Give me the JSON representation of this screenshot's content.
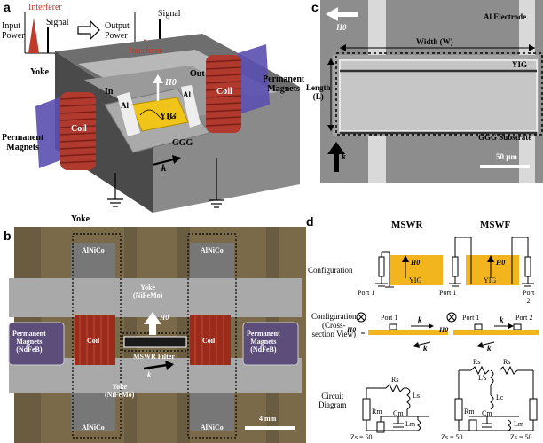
{
  "panel_a": {
    "label": "a",
    "input_power_lines": [
      "Input",
      "Power"
    ],
    "output_power_lines": [
      "Output",
      "Power"
    ],
    "interferer": "Interferer",
    "signal": "Signal",
    "yoke": "Yoke",
    "permanent_magnets_lines": [
      "Permanent",
      "Magnets"
    ],
    "coil": "Coil",
    "port_in": "In",
    "port_out": "Out",
    "al": "Al",
    "yig": "YIG",
    "ggg": "GGG",
    "h0": "H0",
    "k": "k",
    "colors": {
      "interferer": "#c0392b",
      "yig": "#f0c419",
      "coil": "#b03a2e",
      "magnet": "#5b4fb0"
    }
  },
  "panel_b": {
    "label": "b",
    "alnico": "AlNiCo",
    "yoke_lines": [
      "Yoke",
      "(NiFeMo)"
    ],
    "permanent_magnets_lines": [
      "Permanent",
      "Magnets",
      "(NdFeB)"
    ],
    "coil": "Coil",
    "filter": "MSWR Filter",
    "h0": "H0",
    "k": "k",
    "scale": "4 mm"
  },
  "panel_c": {
    "label": "c",
    "al_electrode": "Al Electrode",
    "width": "Width (W)",
    "length_lines": [
      "Length",
      "(L)"
    ],
    "yig": "YIG",
    "ggg_substrate": "GGG Substrate",
    "h0": "H0",
    "k": "k",
    "scale": "50 µm"
  },
  "panel_d": {
    "label": "d",
    "mswr": "MSWR",
    "mswf": "MSWF",
    "row_configuration": "Configuration",
    "row_cross_section_lines": [
      "Configuration",
      "(Cross-",
      "section View)"
    ],
    "row_circuit_lines": [
      "Circuit",
      "Diagram"
    ],
    "port1": "Port 1",
    "port2": "Port",
    "port2_num": "2",
    "port2_cs": "Port 2",
    "yig": "YIG",
    "h0": "H0",
    "k": "k",
    "rs": "Rs",
    "ls": "Ls",
    "ls_prime": "L's",
    "lc": "Lc",
    "rm": "Rm",
    "cm": "Cm",
    "lm": "Lm",
    "zs": "Zs = 50",
    "yig_color": "#f2b51e"
  }
}
